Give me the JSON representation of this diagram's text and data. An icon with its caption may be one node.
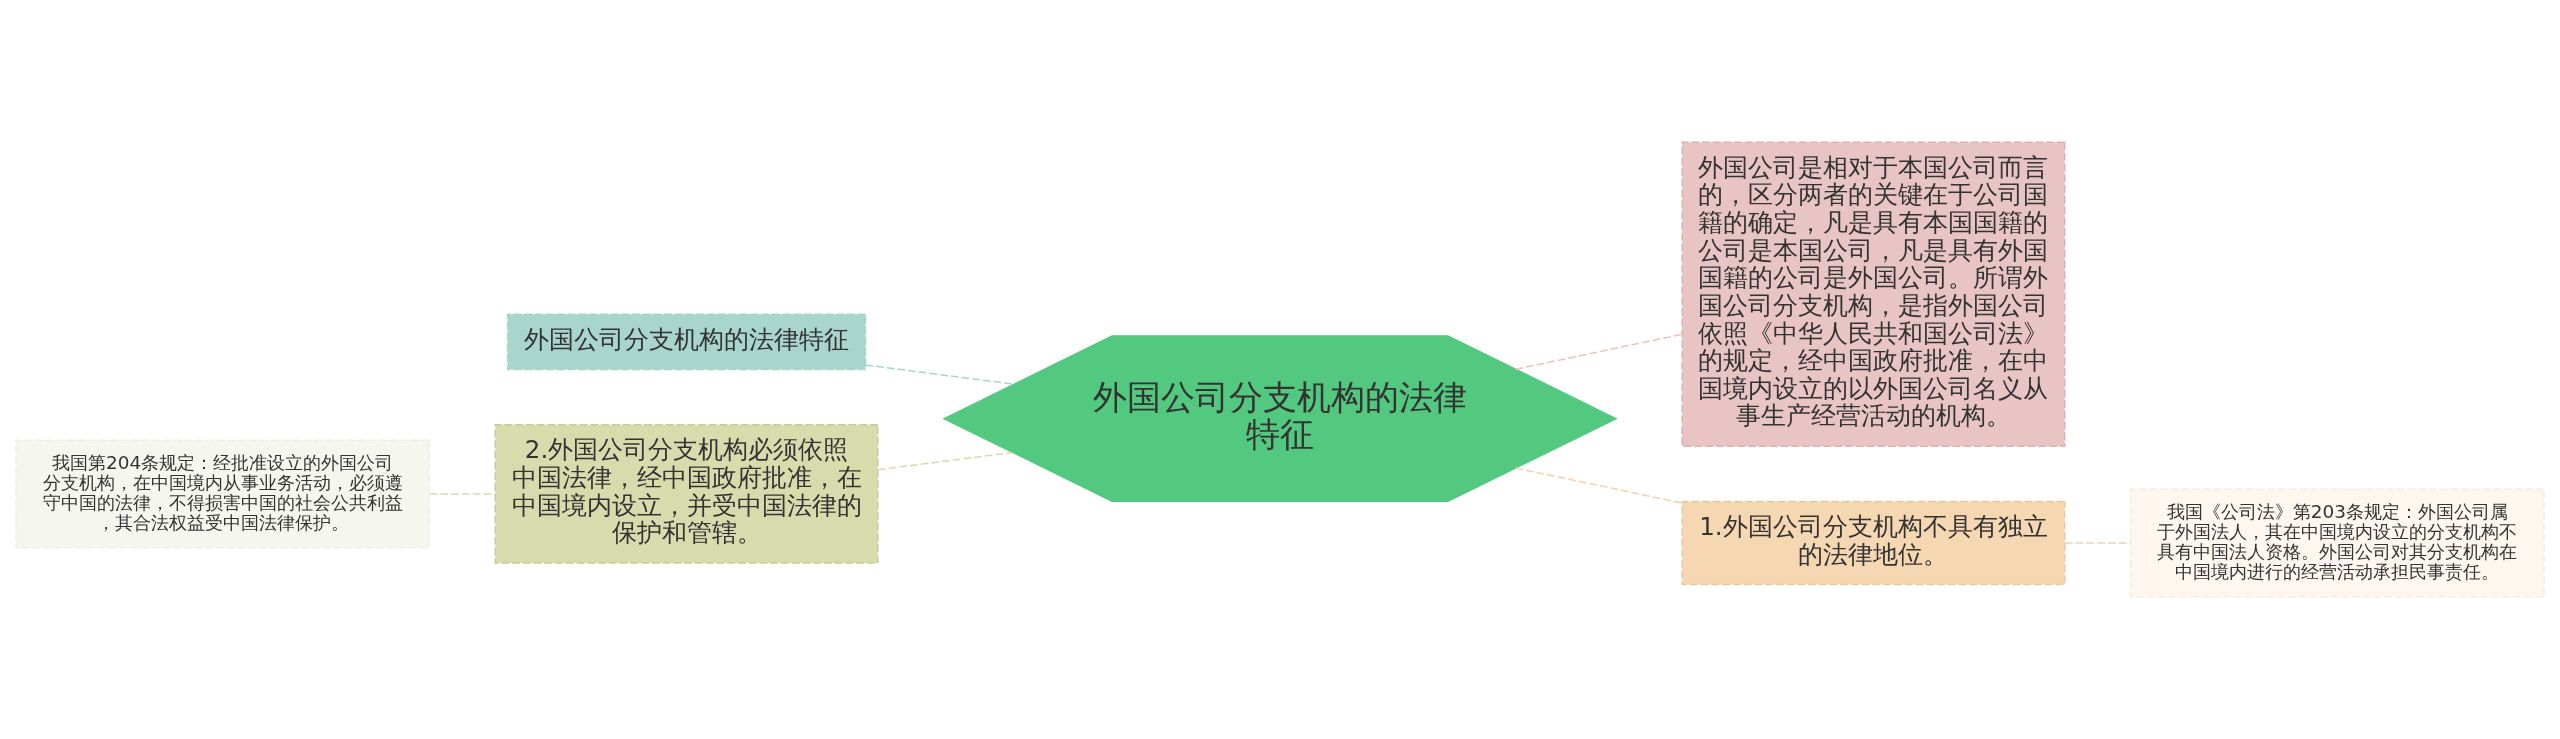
{
  "diagram": {
    "nodes": [
      {
        "text": [
          "外国公司分支机构的法律特征"
        ]
      },
      {
        "text": [
          "外国公司分支机构的法律特征"
        ]
      },
      {
        "text": [
          "2.外国公司分支机构必须依照中国法律，经中国政府批准，在中国境内设立，并受中国法律的保护和管辖。"
        ]
      },
      {
        "text": [
          "我国第204条规定：经批准设立的外国公司分支机构，在中国境内从事业务活动，必须遵守中国的法律，不得损害中国的社会公共利益，其合法权益受中国法律保护。"
        ]
      },
      {
        "text": [
          "外国公司是相对于本国公司而言的，区分两者的关键在于公司国籍的确定，凡是具有本国国籍的公司是本国公司，凡是具有外国国籍的公司是外国公司。所谓外国公司分支机构，是指外国公司依照《中华人民共和国公司法》的规定，经中国政府批准，在中国境内设立的以外国公司名义从事生产经营活动的机构。"
        ]
      },
      {
        "text": [
          "1.外国公司分支机构不具有独立的法律地位。"
        ]
      },
      {
        "text": [
          "我国《公司法》第203条规定：外国公司属于外国法人，其在中国境内设立的分支机构不具有中国法人资格。外国公司对其分支机构在中国境内进行的经营活动承担民事责任。"
        ]
      }
    ],
    "edges": [
      {
        "from": 0,
        "to": 1,
        "arrow": "none",
        "style": "dashed",
        "color": "#a8d5cc"
      },
      {
        "from": 0,
        "to": 2,
        "arrow": "none",
        "style": "dashed",
        "color": "#d5dcb0"
      },
      {
        "from": 2,
        "to": 3,
        "arrow": "none",
        "style": "dashed",
        "color": "#d5dcb0"
      },
      {
        "from": 0,
        "to": 4,
        "arrow": "none",
        "style": "dashed",
        "color": "#f0c0c0"
      },
      {
        "from": 0,
        "to": 5,
        "arrow": "none",
        "style": "dashed",
        "color": "#f2d2b0"
      },
      {
        "from": 5,
        "to": 6,
        "arrow": "none",
        "style": "dashed",
        "color": "#f2d2b0"
      }
    ]
  }
}
